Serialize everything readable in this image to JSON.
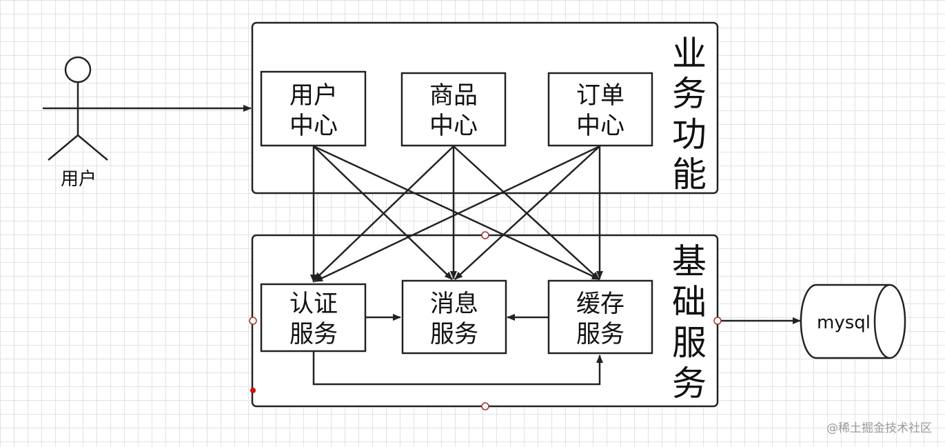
{
  "actor": {
    "label": "用户"
  },
  "groups": {
    "business": {
      "label_chars": [
        "业",
        "务",
        "功",
        "能"
      ]
    },
    "foundation": {
      "label_chars": [
        "基",
        "础",
        "服",
        "务"
      ]
    }
  },
  "nodes": {
    "user_center": {
      "line1": "用户",
      "line2": "中心"
    },
    "product_center": {
      "line1": "商品",
      "line2": "中心"
    },
    "order_center": {
      "line1": "订单",
      "line2": "中心"
    },
    "auth_service": {
      "line1": "认证",
      "line2": "服务"
    },
    "message_service": {
      "line1": "消息",
      "line2": "服务"
    },
    "cache_service": {
      "line1": "缓存",
      "line2": "服务"
    }
  },
  "database": {
    "label": "mysql"
  },
  "watermark": "@稀土掘金技术社区"
}
